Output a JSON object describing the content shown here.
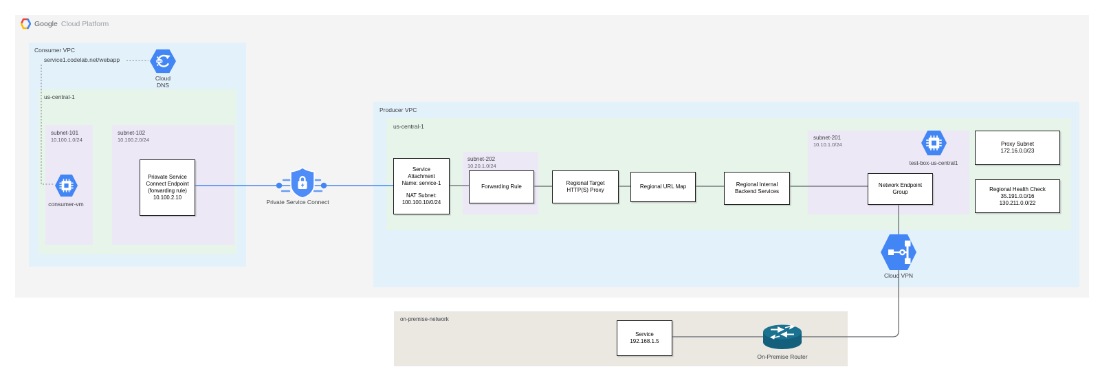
{
  "colors": {
    "outer_bg": "#f4f4f4",
    "vpc_blue": "#e3f1fb",
    "region_green": "#e6f4ea",
    "subnet_purple": "#ede8f6",
    "on_premise_beige": "#ebe8e2",
    "accent_blue": "#4285f4",
    "line_gray": "#5f6368",
    "router_teal": "#17657f"
  },
  "header": {
    "google": "Google",
    "cloud_platform": "Cloud Platform"
  },
  "consumer": {
    "title": "Consumer VPC",
    "dns_record": "service1.codelab.net/webapp",
    "dns_badge": "DNS",
    "dns_label1": "Cloud",
    "dns_label2": "DNS",
    "region": "us-central-1",
    "subnet101_name": "subnet-101",
    "subnet101_cidr": "10.100.1.0/24",
    "subnet102_name": "subnet-102",
    "subnet102_cidr": "10.100.2.0/24",
    "vm_label": "consumer-vm",
    "endpoint_l1": "Priavate Service",
    "endpoint_l2": "Connect Endpoint",
    "endpoint_l3": "(forwarding rule)",
    "endpoint_l4": "10.100.2.10"
  },
  "psc": {
    "label": "Private Service Connect"
  },
  "producer": {
    "title": "Producer VPC",
    "region": "us-central-1",
    "sa_l1": "Service",
    "sa_l2": "Attachment",
    "sa_l3": "Name: service-1",
    "sa_l4": "NAT Subnet:",
    "sa_l5": "100.100.10/0/24",
    "subnet202_name": "subnet-202",
    "subnet202_cidr": "10.20.1.0/24",
    "forwarding_rule": "Forwarding Rule",
    "rthp_l1": "Regional Target",
    "rthp_l2": "HTTP(S) Proxy",
    "url_map": "Regional URL Map",
    "ribs_l1": "Regional Internal",
    "ribs_l2": "Backend Services",
    "subnet201_name": "subnet-201",
    "subnet201_cidr": "10.10.1.0/24",
    "neg_l1": "Network Endpoint",
    "neg_l2": "Group",
    "testbox_label": "test-box-us-central1",
    "proxy_subnet_l1": "Proxy Subnet",
    "proxy_subnet_l2": "172.16.0.0/23",
    "health_l1": "Regional Health Check",
    "health_l2": "35.191.0.0/16",
    "health_l3": "130.211.0.0/22",
    "vpn_label": "Cloud VPN"
  },
  "onprem": {
    "title": "on-premise-network",
    "service_l1": "Service",
    "service_l2": "192.168.1.5",
    "router_label": "On-Premise Router"
  }
}
